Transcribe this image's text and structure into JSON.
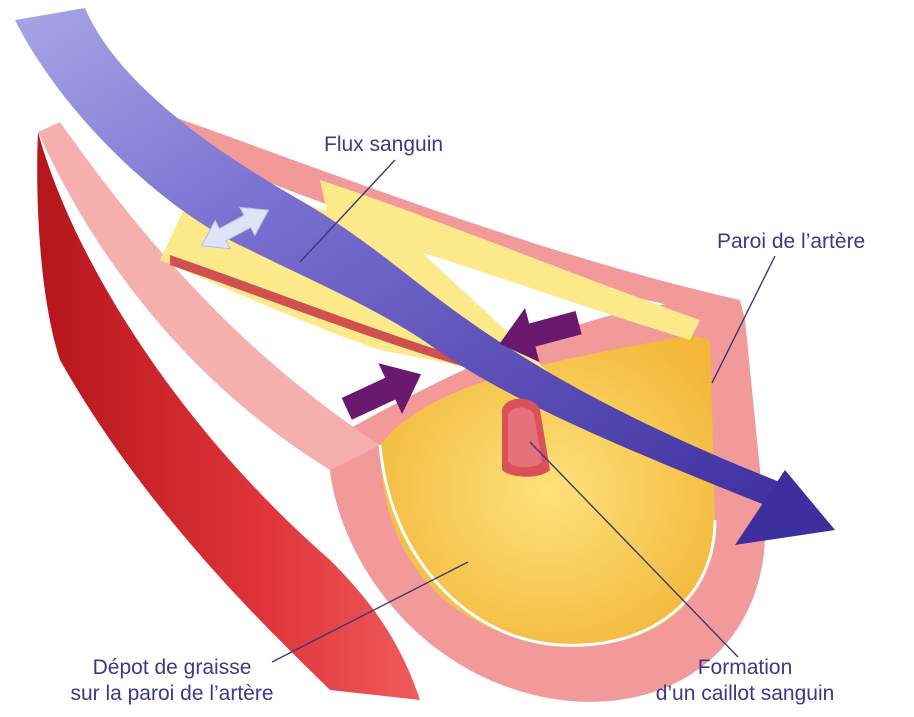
{
  "labels": {
    "flux": "Flux sanguin",
    "paroi": "Paroi de l’artère",
    "depot_line1": "Dépot de graisse",
    "depot_line2": "sur la paroi de l’artère",
    "caillot_line1": "Formation",
    "caillot_line2": "d’un caillot sanguin"
  },
  "colors": {
    "artery_wall_outer": "#d9262b",
    "artery_wall_pink": "#f29a9a",
    "fat_deposit": "#f6c347",
    "fat_highlight": "#fbe98a",
    "blood_flow": "#4b3fb0",
    "blood_flow_light": "#a9a5e6",
    "pressure_arrow": "#6a1a6e",
    "double_arrow": "#dfe3f7",
    "leader_line": "#3a3a7a",
    "label_text": "#3a3a8a"
  },
  "icons": [
    "double-arrow-icon",
    "pressure-arrow-icon",
    "flow-arrow-icon"
  ]
}
